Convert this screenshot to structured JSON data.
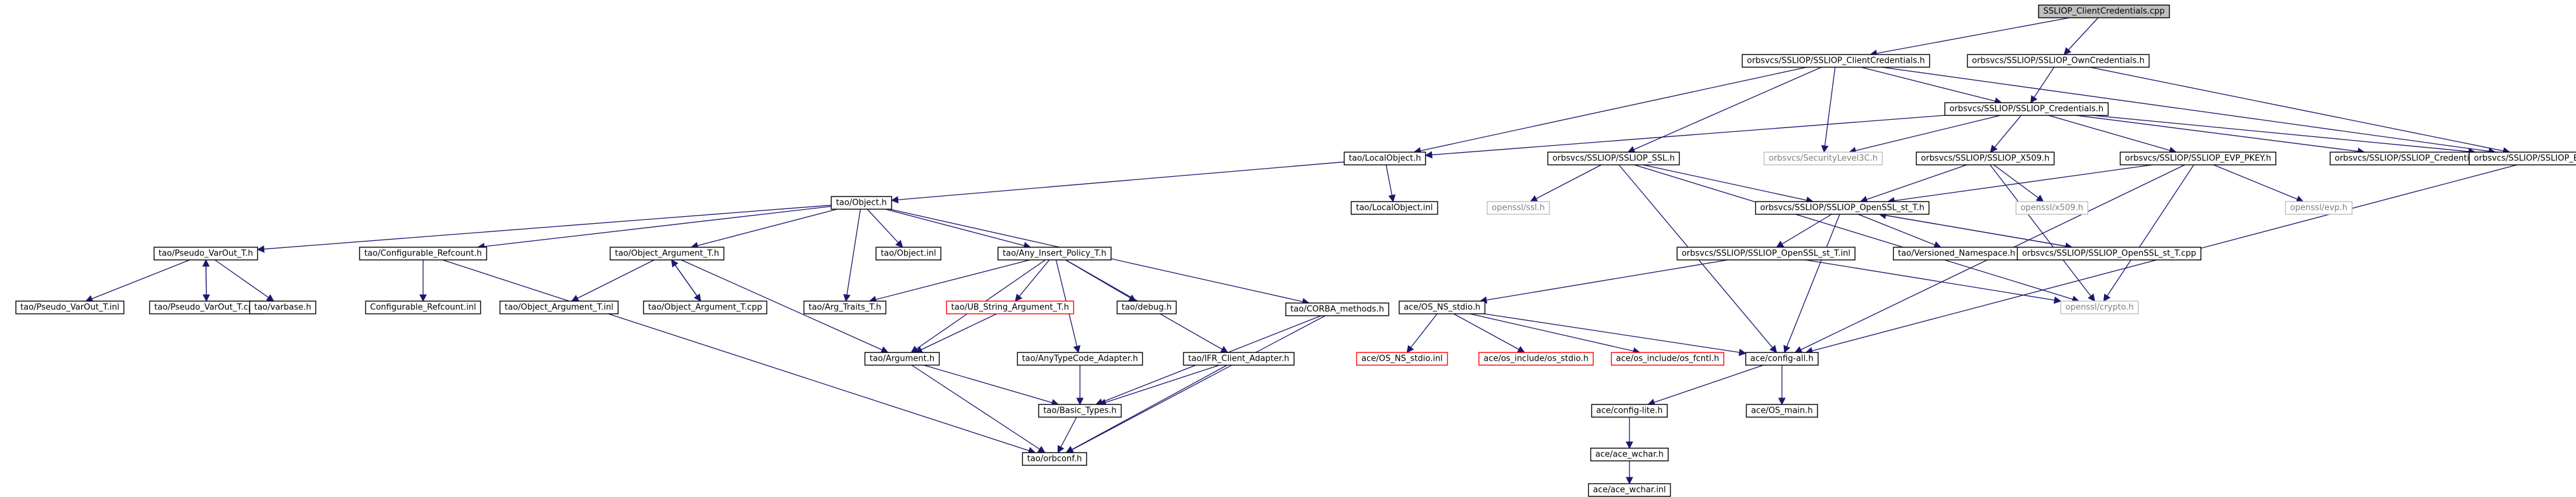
{
  "colors": {
    "edge": "#191970",
    "node_border": "#000000",
    "missing_border": "#bfbfbf",
    "missing_text": "#7f7f7f",
    "error_border": "#ff0000",
    "root_fill": "#bfbfbf",
    "text": "#000000"
  },
  "nodes": [
    {
      "id": "root",
      "label": "SSLIOP_ClientCredentials.cpp",
      "kind": "root"
    },
    {
      "id": "cc_h",
      "label": "orbsvcs/SSLIOP/SSLIOP_ClientCredentials.h",
      "kind": "normal"
    },
    {
      "id": "own_h",
      "label": "orbsvcs/SSLIOP/SSLIOP_OwnCredentials.h",
      "kind": "normal"
    },
    {
      "id": "cred_h",
      "label": "orbsvcs/SSLIOP/SSLIOP_Credentials.h",
      "kind": "normal"
    },
    {
      "id": "localobj_h",
      "label": "tao/LocalObject.h",
      "kind": "normal"
    },
    {
      "id": "ssl_h",
      "label": "orbsvcs/SSLIOP/SSLIOP_SSL.h",
      "kind": "normal"
    },
    {
      "id": "seclevel",
      "label": "orbsvcs/SecurityLevel3C.h",
      "kind": "missing"
    },
    {
      "id": "x509_h",
      "label": "orbsvcs/SSLIOP/SSLIOP_X509.h",
      "kind": "normal"
    },
    {
      "id": "evp_h",
      "label": "orbsvcs/SSLIOP/SSLIOP_EVP_PKEY.h",
      "kind": "normal"
    },
    {
      "id": "cred_inl",
      "label": "orbsvcs/SSLIOP/SSLIOP_Credentials.inl",
      "kind": "normal"
    },
    {
      "id": "export_h",
      "label": "orbsvcs/SSLIOP/SSLIOP_Export.h",
      "kind": "normal"
    },
    {
      "id": "object_h",
      "label": "tao/Object.h",
      "kind": "normal"
    },
    {
      "id": "localobj_inl",
      "label": "tao/LocalObject.inl",
      "kind": "normal"
    },
    {
      "id": "openssl_ssl",
      "label": "openssl/ssl.h",
      "kind": "missing"
    },
    {
      "id": "opensslst_h",
      "label": "orbsvcs/SSLIOP/SSLIOP_OpenSSL_st_T.h",
      "kind": "normal"
    },
    {
      "id": "openssl_x509",
      "label": "openssl/x509.h",
      "kind": "missing"
    },
    {
      "id": "openssl_evp",
      "label": "openssl/evp.h",
      "kind": "missing"
    },
    {
      "id": "pvo_h",
      "label": "tao/Pseudo_VarOut_T.h",
      "kind": "normal"
    },
    {
      "id": "confref_h",
      "label": "tao/Configurable_Refcount.h",
      "kind": "normal"
    },
    {
      "id": "objarg_h",
      "label": "tao/Object_Argument_T.h",
      "kind": "normal"
    },
    {
      "id": "object_inl",
      "label": "tao/Object.inl",
      "kind": "normal"
    },
    {
      "id": "anyins_h",
      "label": "tao/Any_Insert_Policy_T.h",
      "kind": "normal"
    },
    {
      "id": "corba_h",
      "label": "tao/CORBA_methods.h",
      "kind": "normal"
    },
    {
      "id": "opensslst_inl",
      "label": "orbsvcs/SSLIOP/SSLIOP_OpenSSL_st_T.inl",
      "kind": "normal"
    },
    {
      "id": "versioned_h",
      "label": "tao/Versioned_Namespace.h",
      "kind": "normal"
    },
    {
      "id": "opensslst_cpp",
      "label": "orbsvcs/SSLIOP/SSLIOP_OpenSSL_st_T.cpp",
      "kind": "normal"
    },
    {
      "id": "pvo_inl",
      "label": "tao/Pseudo_VarOut_T.inl",
      "kind": "normal"
    },
    {
      "id": "pvo_cpp",
      "label": "tao/Pseudo_VarOut_T.cpp",
      "kind": "normal"
    },
    {
      "id": "varbase_h",
      "label": "tao/varbase.h",
      "kind": "normal"
    },
    {
      "id": "confref_inl",
      "label": "Configurable_Refcount.inl",
      "kind": "normal"
    },
    {
      "id": "objarg_inl",
      "label": "tao/Object_Argument_T.inl",
      "kind": "normal"
    },
    {
      "id": "objarg_cpp",
      "label": "tao/Object_Argument_T.cpp",
      "kind": "normal"
    },
    {
      "id": "argtraits_h",
      "label": "tao/Arg_Traits_T.h",
      "kind": "normal"
    },
    {
      "id": "uibstr_h",
      "label": "tao/UB_String_Argument_T.h",
      "kind": "error"
    },
    {
      "id": "debug_h",
      "label": "tao/debug.h",
      "kind": "normal"
    },
    {
      "id": "ace_stdio_h",
      "label": "ace/OS_NS_stdio.h",
      "kind": "normal"
    },
    {
      "id": "openssl_crypto",
      "label": "openssl/crypto.h",
      "kind": "missing"
    },
    {
      "id": "argument_h",
      "label": "tao/Argument.h",
      "kind": "normal"
    },
    {
      "id": "anytype_h",
      "label": "tao/AnyTypeCode_Adapter.h",
      "kind": "normal"
    },
    {
      "id": "ifr_h",
      "label": "tao/IFR_Client_Adapter.h",
      "kind": "normal"
    },
    {
      "id": "ace_stdio_inl",
      "label": "ace/OS_NS_stdio.inl",
      "kind": "error"
    },
    {
      "id": "ace_os_stdio",
      "label": "ace/os_include/os_stdio.h",
      "kind": "error"
    },
    {
      "id": "ace_os_fcntl",
      "label": "ace/os_include/os_fcntl.h",
      "kind": "error"
    },
    {
      "id": "ace_config_all",
      "label": "ace/config-all.h",
      "kind": "normal"
    },
    {
      "id": "basic_types",
      "label": "tao/Basic_Types.h",
      "kind": "normal"
    },
    {
      "id": "ace_config_lite",
      "label": "ace/config-lite.h",
      "kind": "normal"
    },
    {
      "id": "ace_os_main",
      "label": "ace/OS_main.h",
      "kind": "normal"
    },
    {
      "id": "orbconf",
      "label": "tao/orbconf.h",
      "kind": "normal"
    },
    {
      "id": "ace_wchar_h",
      "label": "ace/ace_wchar.h",
      "kind": "normal"
    },
    {
      "id": "ace_wchar_inl",
      "label": "ace/ace_wchar.inl",
      "kind": "normal"
    }
  ],
  "edges": [
    [
      "root",
      "cc_h"
    ],
    [
      "root",
      "own_h"
    ],
    [
      "cc_h",
      "cred_h"
    ],
    [
      "cc_h",
      "localobj_h"
    ],
    [
      "cc_h",
      "ssl_h"
    ],
    [
      "cc_h",
      "seclevel"
    ],
    [
      "cc_h",
      "export_h"
    ],
    [
      "own_h",
      "cred_h"
    ],
    [
      "own_h",
      "export_h"
    ],
    [
      "cred_h",
      "localobj_h"
    ],
    [
      "cred_h",
      "seclevel"
    ],
    [
      "cred_h",
      "x509_h"
    ],
    [
      "cred_h",
      "evp_h"
    ],
    [
      "cred_h",
      "cred_inl"
    ],
    [
      "cred_h",
      "export_h"
    ],
    [
      "localobj_h",
      "object_h"
    ],
    [
      "localobj_h",
      "localobj_inl"
    ],
    [
      "ssl_h",
      "openssl_ssl"
    ],
    [
      "ssl_h",
      "opensslst_h"
    ],
    [
      "ssl_h",
      "openssl_crypto"
    ],
    [
      "ssl_h",
      "ace_config_all"
    ],
    [
      "x509_h",
      "opensslst_h"
    ],
    [
      "x509_h",
      "openssl_x509"
    ],
    [
      "x509_h",
      "openssl_crypto"
    ],
    [
      "evp_h",
      "opensslst_h"
    ],
    [
      "evp_h",
      "openssl_evp"
    ],
    [
      "evp_h",
      "openssl_crypto"
    ],
    [
      "evp_h",
      "ace_config_all"
    ],
    [
      "export_h",
      "ace_config_all"
    ],
    [
      "object_h",
      "pvo_h"
    ],
    [
      "object_h",
      "confref_h"
    ],
    [
      "object_h",
      "objarg_h"
    ],
    [
      "object_h",
      "object_inl"
    ],
    [
      "object_h",
      "anyins_h"
    ],
    [
      "object_h",
      "argtraits_h"
    ],
    [
      "object_h",
      "corba_h"
    ],
    [
      "opensslst_h",
      "opensslst_inl"
    ],
    [
      "opensslst_h",
      "versioned_h"
    ],
    [
      "opensslst_h",
      "opensslst_cpp"
    ],
    [
      "opensslst_h",
      "ace_config_all"
    ],
    [
      "opensslst_inl",
      "openssl_crypto"
    ],
    [
      "opensslst_cpp",
      "opensslst_h"
    ],
    [
      "pvo_h",
      "pvo_inl"
    ],
    [
      "pvo_h",
      "pvo_cpp"
    ],
    [
      "pvo_h",
      "varbase_h"
    ],
    [
      "pvo_cpp",
      "pvo_h"
    ],
    [
      "confref_h",
      "confref_inl"
    ],
    [
      "confref_h",
      "orbconf"
    ],
    [
      "objarg_h",
      "objarg_inl"
    ],
    [
      "objarg_h",
      "objarg_cpp"
    ],
    [
      "objarg_h",
      "argument_h"
    ],
    [
      "objarg_cpp",
      "objarg_h"
    ],
    [
      "anyins_h",
      "argtraits_h"
    ],
    [
      "anyins_h",
      "uibstr_h"
    ],
    [
      "anyins_h",
      "debug_h"
    ],
    [
      "anyins_h",
      "argument_h"
    ],
    [
      "anyins_h",
      "anytype_h"
    ],
    [
      "anyins_h",
      "ifr_h"
    ],
    [
      "uibstr_h",
      "argument_h"
    ],
    [
      "corba_h",
      "basic_types"
    ],
    [
      "corba_h",
      "orbconf"
    ],
    [
      "argument_h",
      "basic_types"
    ],
    [
      "argument_h",
      "orbconf"
    ],
    [
      "anytype_h",
      "basic_types"
    ],
    [
      "ifr_h",
      "basic_types"
    ],
    [
      "ifr_h",
      "orbconf"
    ],
    [
      "basic_types",
      "orbconf"
    ],
    [
      "ace_stdio_h",
      "ace_stdio_inl"
    ],
    [
      "ace_stdio_h",
      "ace_os_stdio"
    ],
    [
      "ace_stdio_h",
      "ace_os_fcntl"
    ],
    [
      "ace_stdio_h",
      "ace_config_all"
    ],
    [
      "opensslst_inl",
      "ace_stdio_h"
    ],
    [
      "ace_config_all",
      "ace_config_lite"
    ],
    [
      "ace_config_all",
      "ace_os_main"
    ],
    [
      "ace_config_lite",
      "ace_wchar_h"
    ],
    [
      "ace_wchar_h",
      "ace_wchar_inl"
    ]
  ]
}
